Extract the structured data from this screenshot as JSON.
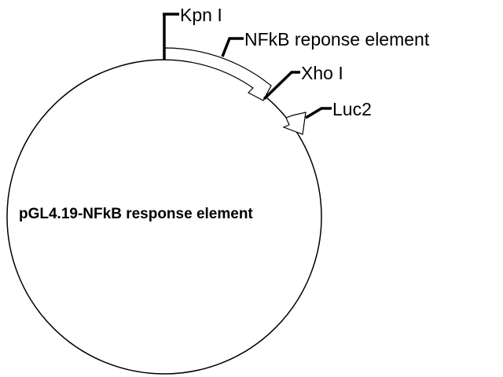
{
  "plasmid": {
    "name": "pGL4.19-NFkB response element"
  },
  "features": {
    "kpn": "Kpn I",
    "response_element": "NFkB reponse element",
    "xho": "Xho I",
    "luc2": "Luc2"
  },
  "colors": {
    "line": "#000000",
    "background": "#ffffff"
  }
}
